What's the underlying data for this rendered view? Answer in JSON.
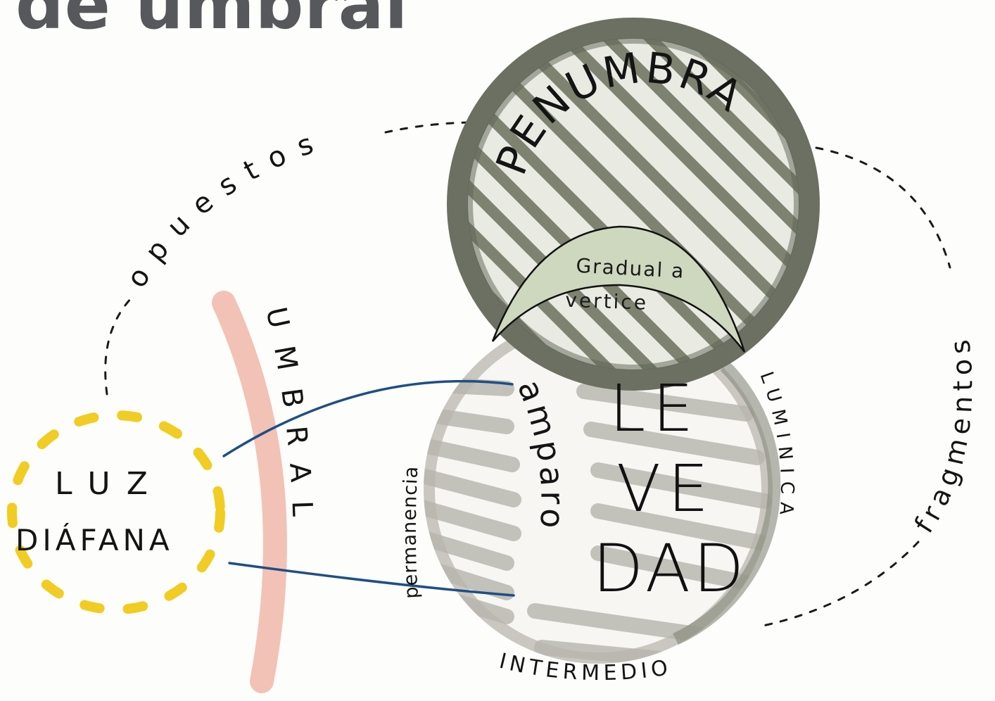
{
  "title": "de umbral",
  "colors": {
    "penumbra_ring": "#6b7062",
    "penumbra_hatch": "#7d8370",
    "levedad_wash": "#b9b8b1",
    "gradual_fill": "#cdd8bf",
    "umbral_band": "#f0b7a9",
    "luz_dashes": "#f1cc22",
    "connector_blue": "#1e4f86"
  },
  "labels": {
    "penumbra": "PENUMBRA",
    "gradual_line1": "Gradual a",
    "gradual_line2": "vertice",
    "levedad_line1": "LE",
    "levedad_line2": "VE",
    "levedad_line3": "DAD",
    "amparo": "amparo",
    "permanencia": "permanencia",
    "luminica": "LUMINICA",
    "intermedio": "INTERMEDIO",
    "umbral_vertical": "UMBRAL",
    "luz": "LUZ",
    "diafana": "DIÁFANA",
    "opuestos": "opuestos",
    "fragmentos": "fragmentos"
  }
}
